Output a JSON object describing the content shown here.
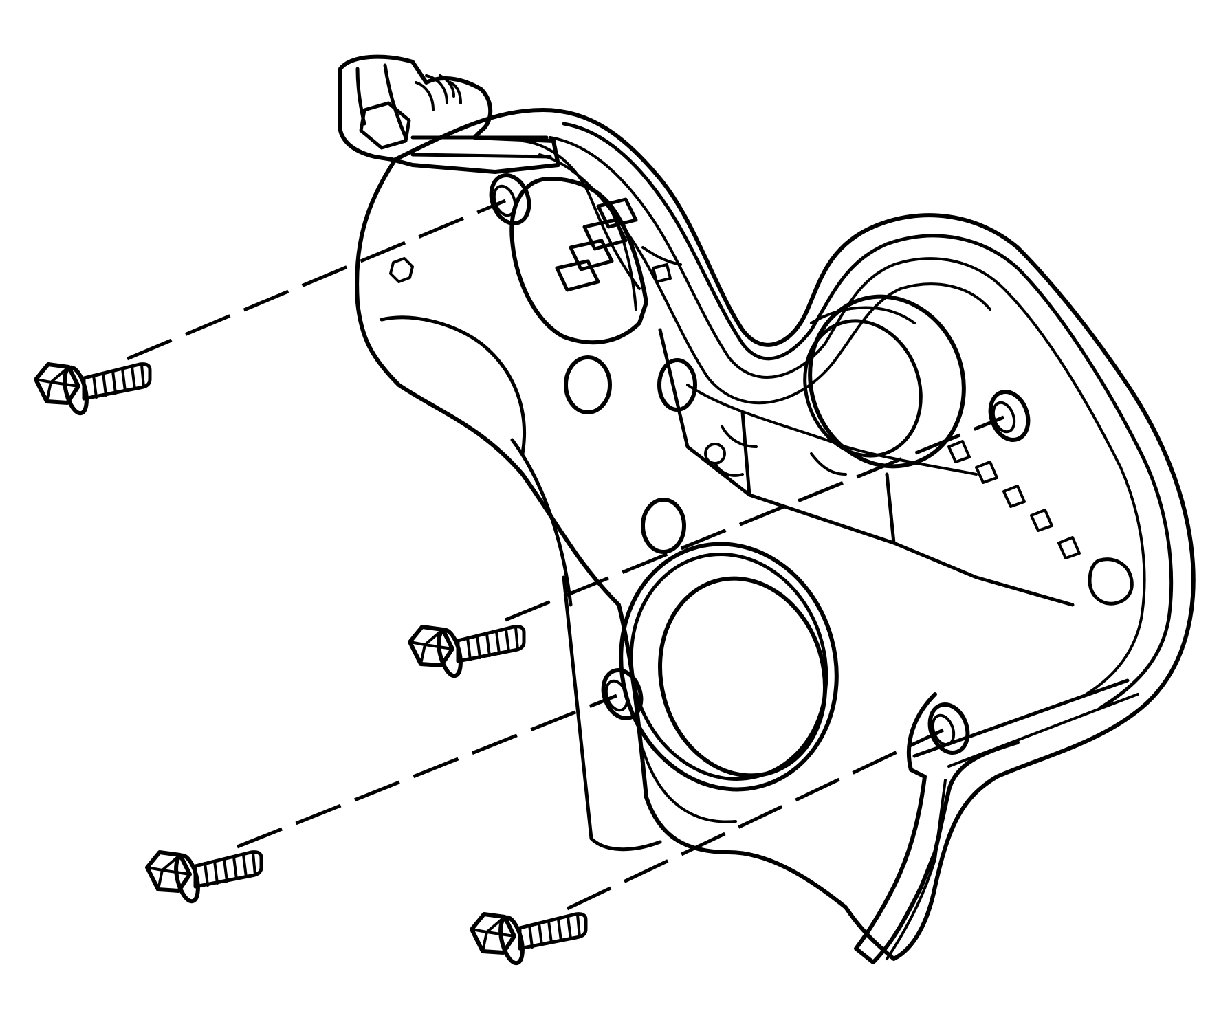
{
  "colors": {
    "background": "#ffffff",
    "ink": "#000000"
  },
  "diagram": {
    "subject": "timing-belt-cover",
    "fasteners": [
      {
        "part": "flange-bolt",
        "hole": "upper-left"
      },
      {
        "part": "flange-bolt",
        "hole": "upper-right"
      },
      {
        "part": "flange-bolt",
        "hole": "lower-left"
      },
      {
        "part": "flange-bolt",
        "hole": "lower-right"
      }
    ]
  }
}
